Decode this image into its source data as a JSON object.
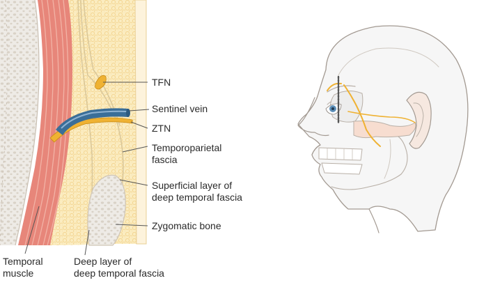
{
  "labels": {
    "tfn": "TFN",
    "sentinel_vein": "Sentinel vein",
    "ztn": "ZTN",
    "temporoparietal_fascia": [
      "Temporoparietal",
      "fascia"
    ],
    "superficial_layer": [
      "Superficial layer of",
      "deep temporal fascia"
    ],
    "zygomatic_bone": "Zygomatic bone",
    "temporal_muscle": [
      "Temporal",
      "muscle"
    ],
    "deep_layer": [
      "Deep layer of",
      "deep temporal fascia"
    ]
  },
  "colors": {
    "fat": "#fbecc0",
    "fat_dot": "#f3d48f",
    "muscle": "#e7867a",
    "muscle_light": "#f2b3a6",
    "bone": "#eeebe6",
    "bone_dot": "#d9d2c7",
    "nerve": "#efb233",
    "vein": "#3a6e98",
    "vein_light": "#8fb3d3",
    "head_fill": "#f6f6f6",
    "head_line": "#a39a92",
    "skin": "#f7ddd0",
    "leader": "#555555"
  }
}
